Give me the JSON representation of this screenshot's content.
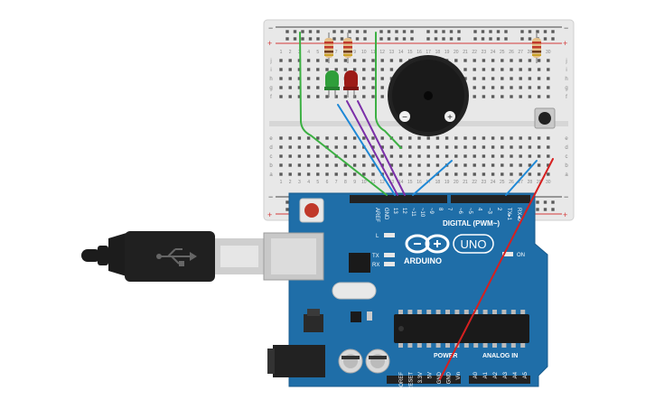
{
  "breadboard": {
    "column_numbers": [
      "1",
      "2",
      "3",
      "4",
      "5",
      "6",
      "7",
      "8",
      "9",
      "10",
      "11",
      "12",
      "13",
      "14",
      "15",
      "16",
      "17",
      "18",
      "19",
      "20",
      "21",
      "22",
      "23",
      "24",
      "25",
      "26",
      "27",
      "28",
      "29",
      "30"
    ],
    "row_letters_top": [
      "j",
      "i",
      "h",
      "g",
      "f"
    ],
    "row_letters_bottom": [
      "e",
      "d",
      "c",
      "b",
      "a"
    ],
    "rail_plus": "+",
    "rail_minus": "−"
  },
  "components": {
    "led_green_color": "#2f9e3a",
    "led_red_color": "#9c1b17",
    "buzzer_plus": "+",
    "buzzer_minus": "−"
  },
  "arduino": {
    "brand": "ARDUINO",
    "model": "UNO",
    "digital_header_label": "DIGITAL (PWM~)",
    "analog_header_label": "ANALOG IN",
    "power_header_label": "POWER",
    "led_l": "L",
    "led_tx": "TX",
    "led_rx": "RX",
    "led_on": "ON",
    "top_pins": [
      "AREF",
      "GND",
      "13",
      "12",
      "~11",
      "~10",
      "~9",
      "8",
      "7",
      "~6",
      "~5",
      "4",
      "~3",
      "2",
      "TX▸1",
      "RX◂0"
    ],
    "power_pins": [
      "IOREF",
      "RESET",
      "3.3V",
      "5V",
      "GND",
      "GND",
      "Vin"
    ],
    "analog_pins": [
      "A0",
      "A1",
      "A2",
      "A3",
      "A4",
      "A5"
    ]
  },
  "wires": {
    "green": "#3cb043",
    "purple": "#7b2fa8",
    "blue": "#1e88d6",
    "red": "#d62020"
  }
}
